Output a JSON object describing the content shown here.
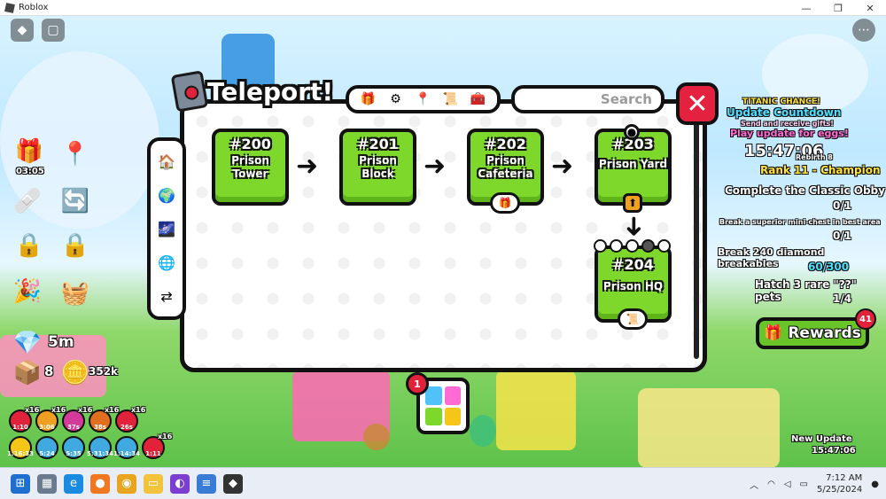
{
  "window": {
    "title": "Roblox",
    "buttons": [
      "—",
      "❐",
      "✕"
    ]
  },
  "teleport": {
    "title": "Teleport!",
    "search_placeholder": "Search",
    "close_label": "✕",
    "tabs": [
      {
        "icon": "🎁",
        "name": "gift-tab"
      },
      {
        "icon": "⚙",
        "name": "settings-tab"
      },
      {
        "icon": "📍",
        "name": "teleporter-tab"
      },
      {
        "icon": "📜",
        "name": "card-tab"
      },
      {
        "icon": "🧰",
        "name": "chest-tab"
      }
    ],
    "sidebar": [
      "🏠",
      "🌍",
      "🌌",
      "🌐",
      "⇄"
    ],
    "zones": [
      {
        "number": "#200",
        "name": "Prison Tower"
      },
      {
        "number": "#201",
        "name": "Prison Block"
      },
      {
        "number": "#202",
        "name": "Prison Cafeteria"
      },
      {
        "number": "#203",
        "name": "Prison Yard"
      },
      {
        "number": "#204",
        "name": "Prison HQ"
      }
    ]
  },
  "quests": {
    "event_title": "TITANIC CHANCE!",
    "countdown_label": "Update Countdown",
    "sub1": "Send and receive gifts!",
    "sub2": "Play update for eggs!",
    "countdown_time": "15:47:06",
    "rebirth": "Rebirth 8",
    "rank": "Rank 11 - Champion",
    "items": [
      {
        "title": "Complete the Classic Obby",
        "progress": "0/1"
      },
      {
        "title": "Break a superior mini-chest in best area",
        "progress": "0/1"
      },
      {
        "title": "Break 240 diamond breakables",
        "progress": "60/300"
      },
      {
        "title": "Hatch 3 rare \"??\" pets",
        "progress": "1/4"
      }
    ],
    "rewards_label": "Rewards",
    "rewards_count": "41",
    "new_update_label": "New Update",
    "new_update_time": "15:47:06"
  },
  "hud": {
    "gift_timer": "03:05",
    "diamonds": "5m",
    "items_count": "8",
    "coins": "352k",
    "bottom_badge": "1",
    "boosts": [
      "x16",
      "x16",
      "x16",
      "x16",
      "x16"
    ],
    "boost_times": [
      "1:10",
      "3:06",
      "37s",
      "38s",
      "26s"
    ],
    "potion_times": [
      "1:16:33",
      "5:24",
      "5:35",
      "5:31:34",
      "1:14:34",
      "1:11"
    ],
    "potion_last": "x16"
  },
  "taskbar": {
    "time": "7:12 AM",
    "date": "5/25/2024"
  }
}
